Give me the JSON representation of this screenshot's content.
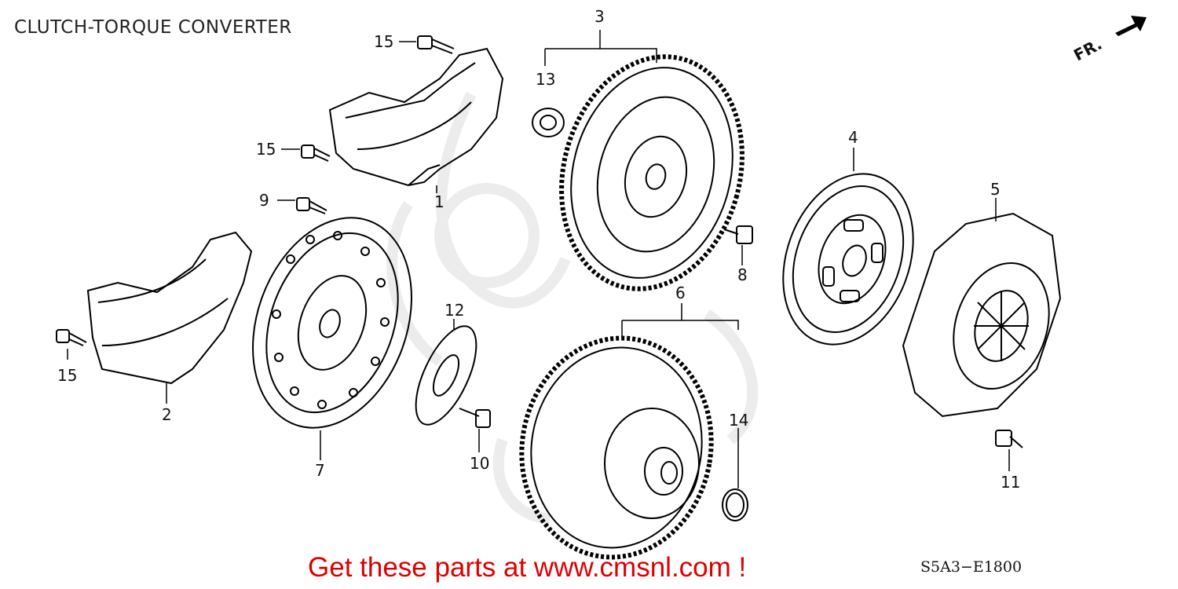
{
  "title": "CLUTCH-TORQUE CONVERTER",
  "front_marker": "FR.",
  "diagram_code": "S5A3−E1800",
  "promo_text": "Get these parts at www.cmsnl.com !",
  "callouts": [
    "1",
    "2",
    "3",
    "4",
    "5",
    "6",
    "7",
    "8",
    "9",
    "10",
    "11",
    "12",
    "13",
    "14",
    "15",
    "15",
    "15"
  ],
  "icons": [
    "front-arrow-icon"
  ]
}
